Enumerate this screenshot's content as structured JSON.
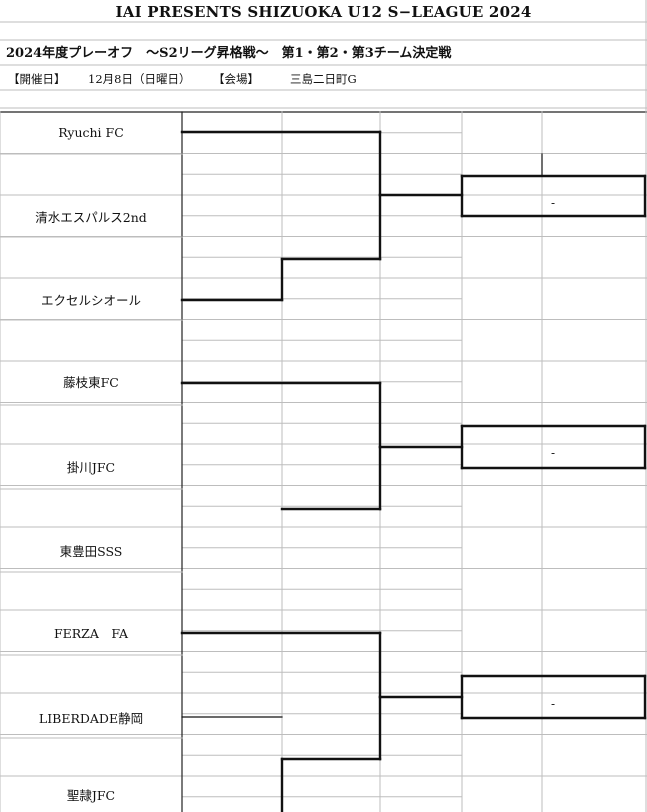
{
  "header": {
    "title": "IAI PRESENTS SHIZUOKA U12 S−LEAGUE 2024",
    "subtitle": "2024年度プレーオフ　～S2リーグ昇格戦～　第1・第2・第3チーム決定戦",
    "date_label": "【開催日】",
    "date_value": "12月8日（日曜日）",
    "venue_label": "【会場】",
    "venue_value": "三島二日町G"
  },
  "bracket": {
    "teams": [
      "Ryuchi FC",
      "清水エスパルス2nd",
      "エクセルシオール",
      "藤枝東FC",
      "掛川JFC",
      "東豊田SSS",
      "FERZA　FA",
      "LIBERDADE静岡",
      "聖隷JFC"
    ],
    "results": [
      "-",
      "-",
      "-"
    ]
  },
  "colors": {
    "grid": "#bdbdbd",
    "border": "#222222",
    "bracket": "#111111"
  }
}
